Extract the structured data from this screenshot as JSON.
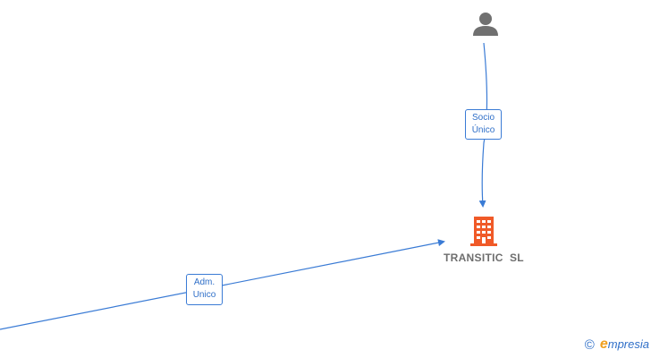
{
  "diagram": {
    "company": {
      "name": "TRANSITIC  SL",
      "icon": "building-icon",
      "color": "#f05a28"
    },
    "person": {
      "icon": "person-icon",
      "color": "#707070"
    },
    "edges": [
      {
        "from": "person",
        "to": "company",
        "label_line1": "Socio",
        "label_line2": "Único"
      },
      {
        "from": "offscreen-left",
        "to": "company",
        "label_line1": "Adm.",
        "label_line2": "Unico"
      }
    ],
    "edge_color": "#3a7bd5"
  },
  "footer": {
    "copyright_symbol": "©",
    "brand_first_letter": "e",
    "brand_rest": "mpresia"
  }
}
